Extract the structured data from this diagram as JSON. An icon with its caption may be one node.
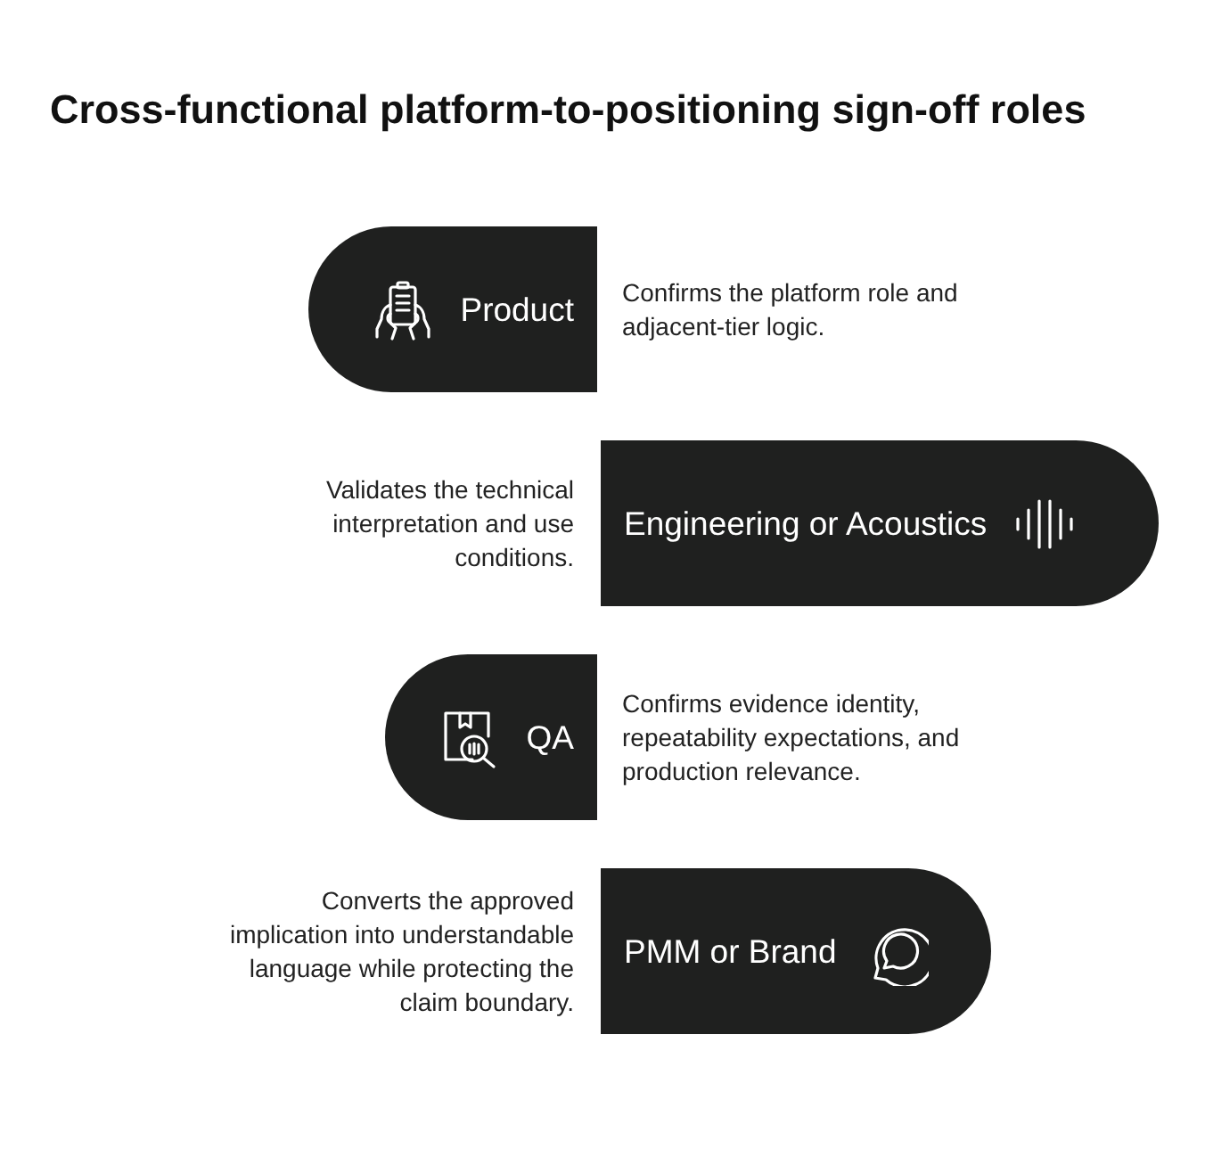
{
  "diagram": {
    "title": "Cross-functional platform-to-positioning sign-off roles",
    "nodes": [
      {
        "text": [
          "Product"
        ],
        "beside": [
          "Confirms the platform role and adjacent-tier logic."
        ]
      },
      {
        "text": [
          "Engineering or Acoustics"
        ],
        "beside": [
          "Validates the technical interpretation and use conditions."
        ]
      },
      {
        "text": [
          "QA"
        ],
        "beside": [
          "Confirms evidence identity, repeatability expectations, and production relevance."
        ]
      },
      {
        "text": [
          "PMM or Brand"
        ],
        "beside": [
          "Converts the approved implication into understandable language while protecting the claim boundary."
        ]
      }
    ]
  }
}
